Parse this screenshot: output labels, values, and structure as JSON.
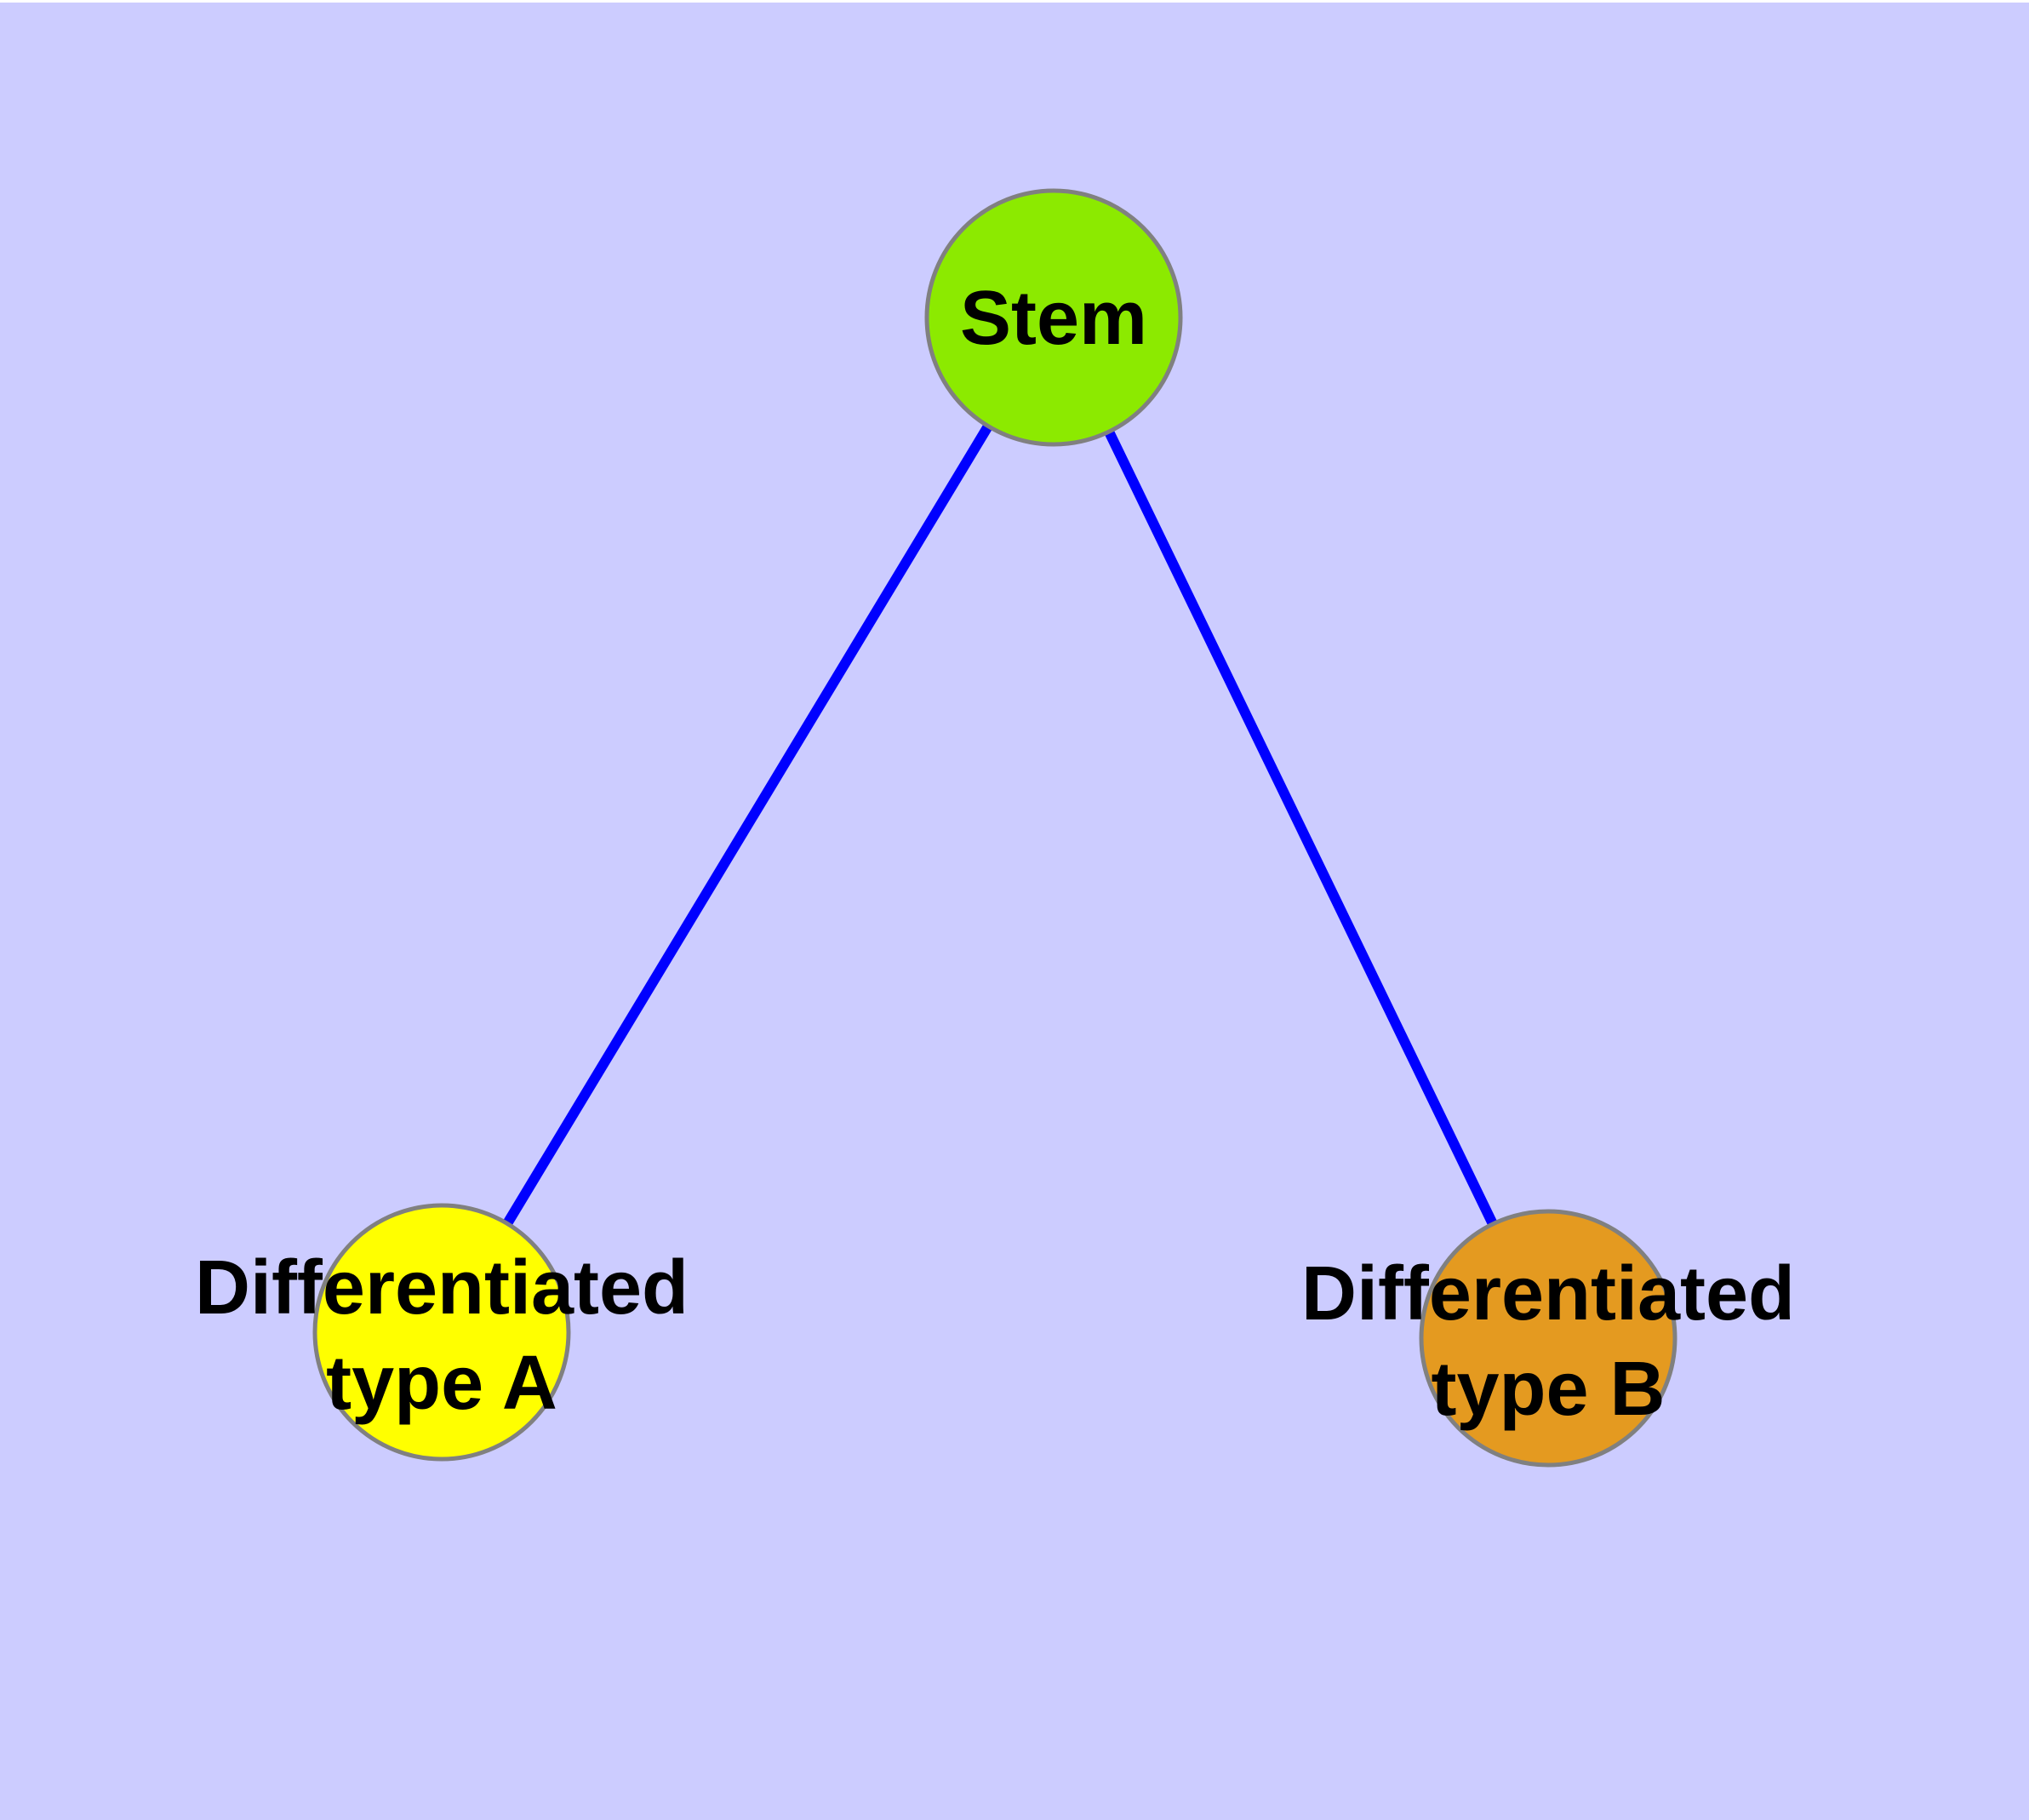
{
  "diagram": {
    "background_color": "#CCCCFF",
    "top_margin_color": "#FFFFFF",
    "text_color": "#000000",
    "node_border_color": "#808080",
    "edge_color": "#0000FF",
    "nodes": [
      {
        "id": "stem",
        "label_lines": [
          "Stem"
        ],
        "fill": "#8CEA00"
      },
      {
        "id": "differentiated-type-a",
        "label_lines": [
          "Differentiated",
          "type A"
        ],
        "fill": "#FFFF00"
      },
      {
        "id": "differentiated-type-b",
        "label_lines": [
          "Differentiated",
          "type B"
        ],
        "fill": "#E49A20"
      }
    ],
    "edges": [
      {
        "from": "stem",
        "to": "differentiated-type-a",
        "color": "#0000FF"
      },
      {
        "from": "stem",
        "to": "differentiated-type-b",
        "color": "#0000FF"
      }
    ]
  }
}
